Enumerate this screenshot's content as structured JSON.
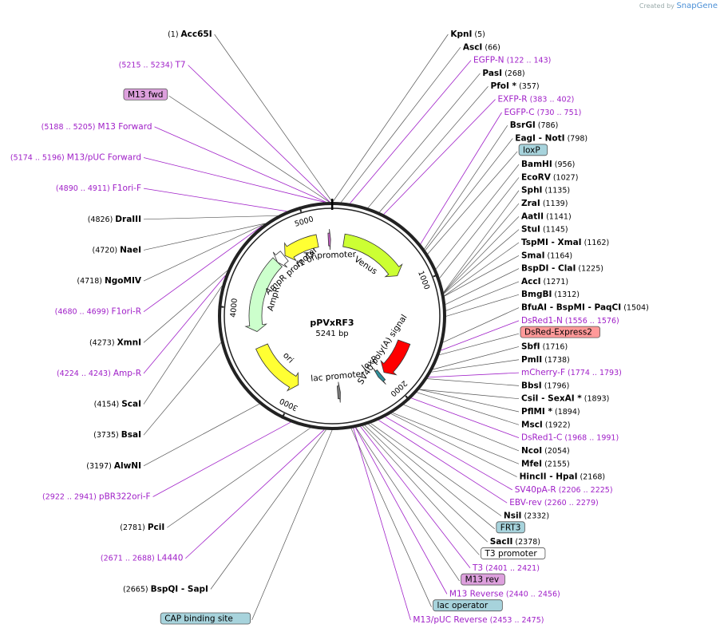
{
  "credit": {
    "prefix": "Created by",
    "brand": "SnapGene"
  },
  "plasmid": {
    "name": "pPVxRF3",
    "length_label": "5241 bp",
    "total_bp": 5241
  },
  "ticks": [
    {
      "label": "1000",
      "bp": 1000
    },
    {
      "label": "2000",
      "bp": 2000
    },
    {
      "label": "3000",
      "bp": 3000
    },
    {
      "label": "4000",
      "bp": 4000
    },
    {
      "label": "5000",
      "bp": 5000
    }
  ],
  "features": [
    {
      "label": "Venus",
      "start": 130,
      "end": 850,
      "dir": 1,
      "color": "#ccff33",
      "level": 0
    },
    {
      "label": "SV40 poly(A) signal",
      "start": 1600,
      "end": 2000,
      "dir": 1,
      "color": "#ff0000",
      "level": 0
    },
    {
      "label": "loxP",
      "start": 2040,
      "end": 2080,
      "dir": 1,
      "color": "#2f8f9a",
      "level": 0
    },
    {
      "label": "lac promoter",
      "start": 2530,
      "end": 2560,
      "dir": -1,
      "color": "#7a7a7a",
      "level": 0
    },
    {
      "label": "ori",
      "start": 3000,
      "end": 3590,
      "dir": -1,
      "color": "#ffff33",
      "level": 0
    },
    {
      "label": "AmpR",
      "start": 3760,
      "end": 4580,
      "dir": -1,
      "color": "#ccffcc",
      "level": 0
    },
    {
      "label": "AmpR promoter",
      "start": 4580,
      "end": 4680,
      "dir": -1,
      "color": "#ffffff",
      "level": 0
    },
    {
      "label": "f1 ori",
      "start": 4690,
      "end": 5080,
      "dir": -1,
      "color": "#ffff33",
      "level": 0
    },
    {
      "label": "T7 promoter",
      "start": 5200,
      "end": 5225,
      "dir": 1,
      "color": "#cc66cc",
      "level": 0
    }
  ],
  "left_labels": [
    {
      "kind": "enzyme",
      "name": "Acc65I",
      "pos": "(1)",
      "bp": 1
    },
    {
      "kind": "primer",
      "name": "T7",
      "pos": "(5215 .. 5234)",
      "bp": 5224
    },
    {
      "kind": "boxed",
      "name": "M13 fwd",
      "bp": 5220,
      "fill": "#dda0dd"
    },
    {
      "kind": "primer",
      "name": "M13 Forward",
      "pos": "(5188 .. 5205)",
      "bp": 5196
    },
    {
      "kind": "primer",
      "name": "M13/pUC Forward",
      "pos": "(5174 .. 5196)",
      "bp": 5185
    },
    {
      "kind": "primer",
      "name": "F1ori-F",
      "pos": "(4890 .. 4911)",
      "bp": 4900
    },
    {
      "kind": "enzyme",
      "name": "DraIII",
      "pos": "(4826)",
      "bp": 4826
    },
    {
      "kind": "enzyme",
      "name": "NaeI",
      "pos": "(4720)",
      "bp": 4720
    },
    {
      "kind": "enzyme",
      "name": "NgoMIV",
      "pos": "(4718)",
      "bp": 4718
    },
    {
      "kind": "primer",
      "name": "F1ori-R",
      "pos": "(4680 .. 4699)",
      "bp": 4690
    },
    {
      "kind": "enzyme",
      "name": "XmnI",
      "pos": "(4273)",
      "bp": 4273
    },
    {
      "kind": "primer",
      "name": "Amp-R",
      "pos": "(4224 .. 4243)",
      "bp": 4233
    },
    {
      "kind": "enzyme",
      "name": "ScaI",
      "pos": "(4154)",
      "bp": 4154
    },
    {
      "kind": "enzyme",
      "name": "BsaI",
      "pos": "(3735)",
      "bp": 3735
    },
    {
      "kind": "enzyme",
      "name": "AlwNI",
      "pos": "(3197)",
      "bp": 3197
    },
    {
      "kind": "primer",
      "name": "pBR322ori-F",
      "pos": "(2922 .. 2941)",
      "bp": 2931
    },
    {
      "kind": "enzyme",
      "name": "PciI",
      "pos": "(2781)",
      "bp": 2781
    },
    {
      "kind": "primer",
      "name": "L4440",
      "pos": "(2671 .. 2688)",
      "bp": 2679
    },
    {
      "kind": "enzyme",
      "name": "BspQI",
      "name2": "SapI",
      "pos": "(2665)",
      "bp": 2665
    },
    {
      "kind": "boxed",
      "name": "CAP binding site",
      "bp": 2620,
      "fill": "#a7d3dc"
    }
  ],
  "right_labels": [
    {
      "kind": "enzyme",
      "name": "KpnI",
      "pos": "(5)",
      "bp": 5
    },
    {
      "kind": "enzyme",
      "name": "AscI",
      "pos": "(66)",
      "bp": 66
    },
    {
      "kind": "primer",
      "name": "EGFP-N",
      "pos": "(122 .. 143)",
      "bp": 132
    },
    {
      "kind": "enzyme",
      "name": "PasI",
      "pos": "(268)",
      "bp": 268
    },
    {
      "kind": "enzyme",
      "name": "PfoI *",
      "pos": "(357)",
      "bp": 357
    },
    {
      "kind": "primer",
      "name": "EXFP-R",
      "pos": "(383 .. 402)",
      "bp": 392
    },
    {
      "kind": "primer",
      "name": "EGFP-C",
      "pos": "(730 .. 751)",
      "bp": 740
    },
    {
      "kind": "enzyme",
      "name": "BsrGI",
      "pos": "(786)",
      "bp": 786
    },
    {
      "kind": "enzyme",
      "name": "EagI",
      "name2": "NotI",
      "pos": "(798)",
      "bp": 798
    },
    {
      "kind": "boxed",
      "name": "loxP",
      "bp": 830,
      "fill": "#a7d3dc"
    },
    {
      "kind": "enzyme",
      "name": "BamHI",
      "pos": "(956)",
      "bp": 956
    },
    {
      "kind": "enzyme",
      "name": "EcoRV",
      "pos": "(1027)",
      "bp": 1027
    },
    {
      "kind": "enzyme",
      "name": "SphI",
      "pos": "(1135)",
      "bp": 1135
    },
    {
      "kind": "enzyme",
      "name": "ZraI",
      "pos": "(1139)",
      "bp": 1139
    },
    {
      "kind": "enzyme",
      "name": "AatII",
      "pos": "(1141)",
      "bp": 1141
    },
    {
      "kind": "enzyme",
      "name": "StuI",
      "pos": "(1145)",
      "bp": 1145
    },
    {
      "kind": "enzyme",
      "name": "TspMI",
      "name2": "XmaI",
      "pos": "(1162)",
      "bp": 1162
    },
    {
      "kind": "enzyme",
      "name": "SmaI",
      "pos": "(1164)",
      "bp": 1164
    },
    {
      "kind": "enzyme",
      "name": "BspDI",
      "name2": "ClaI",
      "pos": "(1225)",
      "bp": 1225
    },
    {
      "kind": "enzyme",
      "name": "AccI",
      "pos": "(1271)",
      "bp": 1271
    },
    {
      "kind": "enzyme",
      "name": "BmgBI",
      "pos": "(1312)",
      "bp": 1312
    },
    {
      "kind": "enzyme",
      "name": "BfuAI",
      "name2": "BspMI",
      "name3": "PaqCI",
      "pos": "(1504)",
      "bp": 1504
    },
    {
      "kind": "primer",
      "name": "DsRed1-N",
      "pos": "(1556 .. 1576)",
      "bp": 1566
    },
    {
      "kind": "boxed",
      "name": "DsRed-Express2",
      "bp": 1600,
      "fill": "#ff9999"
    },
    {
      "kind": "enzyme",
      "name": "SbfI",
      "pos": "(1716)",
      "bp": 1716
    },
    {
      "kind": "enzyme",
      "name": "PmlI",
      "pos": "(1738)",
      "bp": 1738
    },
    {
      "kind": "primer",
      "name": "mCherry-F",
      "pos": "(1774 .. 1793)",
      "bp": 1783
    },
    {
      "kind": "enzyme",
      "name": "BbsI",
      "pos": "(1796)",
      "bp": 1796
    },
    {
      "kind": "enzyme",
      "name": "CsiI",
      "name2": "SexAI *",
      "pos": "(1893)",
      "bp": 1893
    },
    {
      "kind": "enzyme",
      "name": "PflMI *",
      "pos": "(1894)",
      "bp": 1894
    },
    {
      "kind": "enzyme",
      "name": "MscI",
      "pos": "(1922)",
      "bp": 1922
    },
    {
      "kind": "primer",
      "name": "DsRed1-C",
      "pos": "(1968 .. 1991)",
      "bp": 1980
    },
    {
      "kind": "enzyme",
      "name": "NcoI",
      "pos": "(2054)",
      "bp": 2054
    },
    {
      "kind": "enzyme",
      "name": "MfeI",
      "pos": "(2155)",
      "bp": 2155
    },
    {
      "kind": "enzyme",
      "name": "HincII",
      "name2": "HpaI",
      "pos": "(2168)",
      "bp": 2168
    },
    {
      "kind": "primer",
      "name": "SV40pA-R",
      "pos": "(2206 .. 2225)",
      "bp": 2215
    },
    {
      "kind": "primer",
      "name": "EBV-rev",
      "pos": "(2260 .. 2279)",
      "bp": 2270
    },
    {
      "kind": "enzyme",
      "name": "NsiI",
      "pos": "(2332)",
      "bp": 2332
    },
    {
      "kind": "boxed",
      "name": "FRT3",
      "bp": 2350,
      "fill": "#a7d3dc"
    },
    {
      "kind": "enzyme",
      "name": "SacII",
      "pos": "(2378)",
      "bp": 2378
    },
    {
      "kind": "boxed",
      "name": "T3 promoter",
      "bp": 2395,
      "fill": "#ffffff"
    },
    {
      "kind": "primer",
      "name": "T3",
      "pos": "(2401 .. 2421)",
      "bp": 2411
    },
    {
      "kind": "boxed",
      "name": "M13 rev",
      "bp": 2445,
      "fill": "#dda0dd"
    },
    {
      "kind": "primer",
      "name": "M13 Reverse",
      "pos": "(2440 .. 2456)",
      "bp": 2448
    },
    {
      "kind": "boxed",
      "name": "lac operator",
      "bp": 2480,
      "fill": "#a7d3dc"
    },
    {
      "kind": "primer",
      "name": "M13/pUC Reverse",
      "pos": "(2453 .. 2475)",
      "bp": 2464
    }
  ]
}
